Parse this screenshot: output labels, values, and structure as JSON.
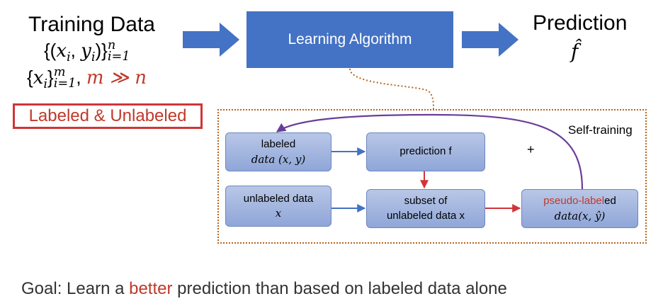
{
  "training": {
    "title": "Training Data",
    "labeled_set": {
      "pre": "{(",
      "x": "x",
      "i": "i",
      "sep": ", ",
      "y": "y",
      "post": ")}",
      "sup": "n",
      "sub": "i=1"
    },
    "unlabeled_set": {
      "pre": "{",
      "x": "x",
      "i": "i",
      "post": "}",
      "sup": "m",
      "sub": "i=1",
      "comma": ", ",
      "relation": "m ≫ n"
    },
    "badge": "Labeled & Unlabeled"
  },
  "algorithm": {
    "label": "Learning Algorithm"
  },
  "prediction": {
    "title": "Prediction",
    "symbol": "f̂"
  },
  "self_training": {
    "label": "Self-training",
    "plus": "+",
    "nodes": {
      "labeled": {
        "line1": "labeled",
        "line2": "data (x, y)"
      },
      "prediction": {
        "line1": "prediction f"
      },
      "unlabeled": {
        "line1": "unlabeled data",
        "line2": "x"
      },
      "subset": {
        "line1": "subset of",
        "line2": "unlabeled data x"
      },
      "pseudo": {
        "red": "pseudo-label",
        "rest": "ed",
        "line2": "data(x, ŷ)"
      }
    }
  },
  "goal": {
    "pre": "Goal: Learn a ",
    "highlight": "better",
    "post": " prediction than based on labeled data alone"
  },
  "colors": {
    "algo_blue": "#4472c4",
    "arrow_blue": "#4472c4",
    "red_accent": "#c0392b",
    "purple_loop": "#6a3d9a",
    "frame_brown": "#b5651d"
  }
}
